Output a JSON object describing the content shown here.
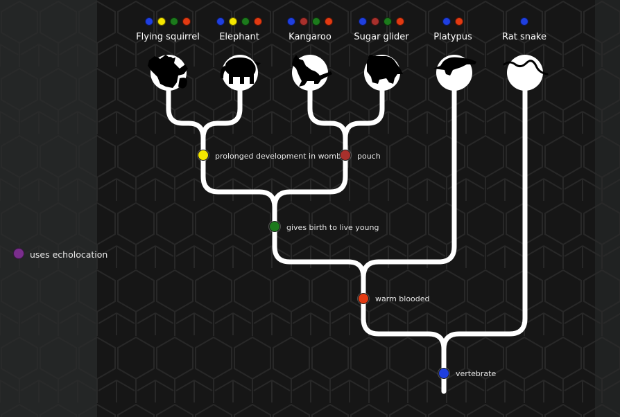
{
  "colors": {
    "vertebrate": "#1f3fe0",
    "warm_blooded": "#e23a12",
    "live_birth": "#1c7a1c",
    "womb": "#f5e600",
    "pouch": "#a8302c",
    "echolocation": "#7a2e8c"
  },
  "taxa": [
    {
      "id": "flying-squirrel",
      "name": "Flying squirrel",
      "icon": "flying-squirrel-icon",
      "traits": [
        "vertebrate",
        "womb",
        "live_birth",
        "warm_blooded"
      ]
    },
    {
      "id": "elephant",
      "name": "Elephant",
      "icon": "elephant-icon",
      "traits": [
        "vertebrate",
        "womb",
        "live_birth",
        "warm_blooded"
      ]
    },
    {
      "id": "kangaroo",
      "name": "Kangaroo",
      "icon": "kangaroo-icon",
      "traits": [
        "vertebrate",
        "pouch",
        "live_birth",
        "warm_blooded"
      ]
    },
    {
      "id": "sugar-glider",
      "name": "Sugar glider",
      "icon": "sugar-glider-icon",
      "traits": [
        "vertebrate",
        "pouch",
        "live_birth",
        "warm_blooded"
      ]
    },
    {
      "id": "platypus",
      "name": "Platypus",
      "icon": "platypus-icon",
      "traits": [
        "vertebrate",
        "warm_blooded"
      ]
    },
    {
      "id": "rat-snake",
      "name": "Rat snake",
      "icon": "rat-snake-icon",
      "traits": [
        "vertebrate"
      ]
    }
  ],
  "nodes": {
    "womb": {
      "label": "prolonged development in womb",
      "color_key": "womb"
    },
    "pouch": {
      "label": "pouch",
      "color_key": "pouch"
    },
    "live_birth": {
      "label": "gives birth to live young",
      "color_key": "live_birth"
    },
    "warm_blooded": {
      "label": "warm blooded",
      "color_key": "warm_blooded"
    },
    "vertebrate": {
      "label": "vertebrate",
      "color_key": "vertebrate"
    }
  },
  "legend": {
    "label": "uses echolocation",
    "color_key": "echolocation"
  }
}
